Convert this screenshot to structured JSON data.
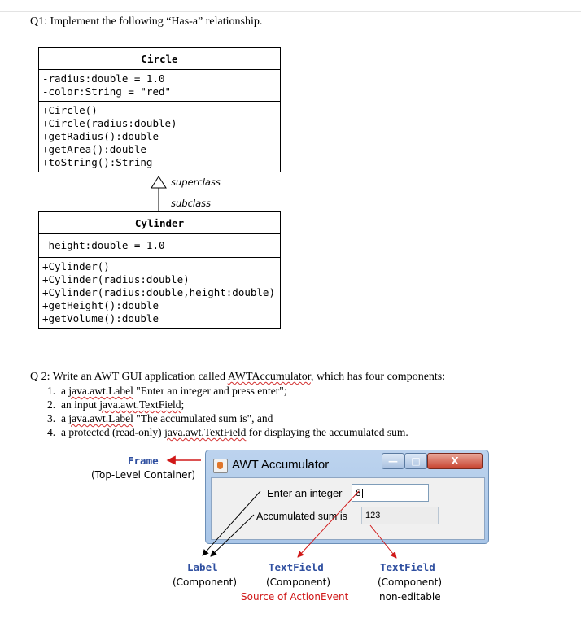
{
  "q1": {
    "title": "Q1: Implement the following “Has-a” relationship."
  },
  "circle": {
    "name": "Circle",
    "attributes": [
      "-radius:double = 1.0",
      "-color:String = \"red\""
    ],
    "methods": [
      "+Circle()",
      "+Circle(radius:double)",
      "+getRadius():double",
      "+getArea():double",
      "+toString():String"
    ]
  },
  "inheritance": {
    "superclass_label": "superclass",
    "subclass_label": "subclass"
  },
  "cylinder": {
    "name": "Cylinder",
    "attributes": [
      "-height:double = 1.0"
    ],
    "methods": [
      "+Cylinder()",
      "+Cylinder(radius:double)",
      "+Cylinder(radius:double,height:double)",
      "+getHeight():double",
      "+getVolume():double"
    ]
  },
  "q2": {
    "intro_prefix": "Q 2: Write an AWT GUI application called ",
    "intro_name": "AWTAccumulator",
    "intro_suffix": ", which has four components:",
    "items": [
      {
        "num": "1.",
        "pre": "a ",
        "code": "java.awt.Label",
        "post": " \"Enter an integer and press enter\";"
      },
      {
        "num": "2.",
        "pre": "an input ",
        "code": "java.awt.TextField",
        "post": ";"
      },
      {
        "num": "3.",
        "pre": "a ",
        "code": "java.awt.Label",
        "post": " \"The accumulated sum is\", and"
      },
      {
        "num": "4.",
        "pre": "a protected (read-only) ",
        "code": "java.awt.TextField",
        "post": " for displaying the accumulated sum."
      }
    ]
  },
  "window": {
    "title": "AWT Accumulator",
    "label_enter": "Enter an integer",
    "input_value": "8",
    "label_sum": "Accumulated sum is",
    "sum_value": "123",
    "minimize_glyph": "—",
    "maximize_glyph": "□",
    "close_glyph": "X"
  },
  "annotations": {
    "frame": "Frame",
    "frame_desc": "(Top-Level Container)",
    "label": "Label",
    "label_desc": "(Component)",
    "textfield1": "TextField",
    "textfield1_desc": "(Component)",
    "textfield1_note": "Source of ActionEvent",
    "textfield2": "TextField",
    "textfield2_desc": "(Component)",
    "textfield2_note": "non-editable"
  },
  "colors": {
    "arrow_red": "#d01818",
    "annotation_blue": "#2f4fa0",
    "title_bar": "#a9c6e8"
  }
}
